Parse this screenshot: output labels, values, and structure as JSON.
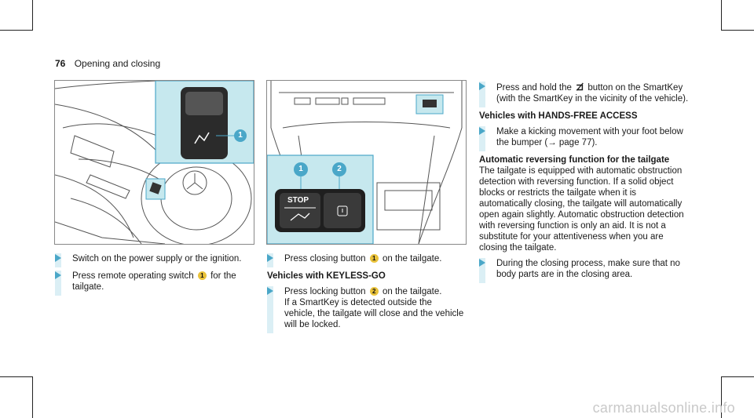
{
  "header": {
    "page_number": "76",
    "section": "Opening and closing"
  },
  "figure1": {
    "callout1": "1"
  },
  "figure2": {
    "stop_label": "STOP",
    "callout1": "1",
    "callout2": "2"
  },
  "col1": {
    "step1": "Switch on the power supply or the ignition.",
    "step2_a": "Press remote operating switch",
    "step2_callout": "1",
    "step2_b": "for the tailgate."
  },
  "col2": {
    "step1_a": "Press closing button",
    "step1_callout": "1",
    "step1_b": "on the tailgate.",
    "subhead": "Vehicles with KEYLESS-GO",
    "step2_a": "Press locking button",
    "step2_callout": "2",
    "step2_b": "on the tailgate.",
    "step2_c": "If a SmartKey is detected outside the vehicle, the tailgate will close and the vehicle will be locked."
  },
  "col3": {
    "step1_a": "Press and hold the",
    "step1_icon": "⊐̸",
    "step1_b": "button on the SmartKey (with the SmartKey in the vicinity of the vehicle).",
    "subhead1": "Vehicles with HANDS-FREE ACCESS",
    "step2": "Make a kicking movement with your foot below the bumper (→ page 77).",
    "subhead2": "Automatic reversing function for the tailgate",
    "body": "The tailgate is equipped with automatic obstruction detection with reversing function. If a solid object blocks or restricts the tailgate when it is automatically closing, the tailgate will automatically open again slightly. Automatic obstruction detection with reversing function is only an aid. It is not a substitute for your attentiveness when you are closing the tailgate.",
    "step3": "During the closing process, make sure that no body parts are in the closing area."
  },
  "watermark": "carmanualsonline.info"
}
